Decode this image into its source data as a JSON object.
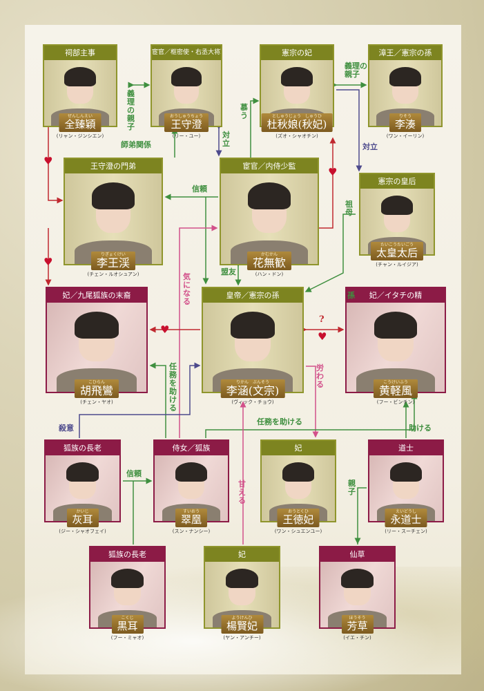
{
  "characters": [
    {
      "id": "zen",
      "role": "祠部主事",
      "name": "全臻穎",
      "ruby": "ぜんしんえい",
      "actor": "(リャン・ジンシエン)",
      "color": "olive"
    },
    {
      "id": "ou",
      "role": "宦官／枢密使・右丞大将軍",
      "name": "王守澄",
      "ruby": "おうしゅうちょう",
      "actor": "(リー・ユー)",
      "color": "olive"
    },
    {
      "id": "to",
      "role": "憲宗の妃",
      "name": "杜秋娘(秋妃)",
      "ruby": "としゅうじょう　しゅうひ",
      "actor": "(ズオ・シャオチン)",
      "color": "olive"
    },
    {
      "id": "riso",
      "role": "漳王／憲宗の孫",
      "name": "李湊",
      "ruby": "りそう",
      "actor": "(ワン・イーリン)",
      "color": "olive"
    },
    {
      "id": "rigyoku",
      "role": "王守澄の門弟",
      "name": "李王渓",
      "ruby": "りぎょくけい",
      "actor": "(チェン・ルオシュアン)",
      "color": "olive"
    },
    {
      "id": "ka",
      "role": "宦官／内侍少監",
      "name": "花無歓",
      "ruby": "かむかん",
      "actor": "(ハン・ドン)",
      "color": "olive"
    },
    {
      "id": "tai",
      "role": "憲宗の皇后",
      "name": "太皇太后",
      "ruby": "たいこうたいごう",
      "actor": "(チャン・ルイジア)",
      "color": "olive"
    },
    {
      "id": "ko",
      "role": "妃／九尾狐族の末裔",
      "name": "胡飛鸞",
      "ruby": "こひらん",
      "actor": "(チェン・ヤオ)",
      "color": "maroon"
    },
    {
      "id": "rikan",
      "role": "皇帝／憲宗の孫",
      "name": "李涵(文宗)",
      "ruby": "りかん　ぶんそう",
      "actor": "(ヴィック・チョウ)",
      "color": "olive"
    },
    {
      "id": "kou",
      "role": "妃／イタチの精",
      "name": "黄軽風",
      "ruby": "こうけいふう",
      "actor": "(フー・ビンチン)",
      "color": "maroon"
    },
    {
      "id": "kaiji",
      "role": "狐族の長老",
      "name": "灰耳",
      "ruby": "かいじ",
      "actor": "(ジー・シャオフェイ)",
      "color": "maroon"
    },
    {
      "id": "sui",
      "role": "侍女／狐族",
      "name": "翠凰",
      "ruby": "すいおう",
      "actor": "(スン・ナンシー)",
      "color": "maroon"
    },
    {
      "id": "outoku",
      "role": "妃",
      "name": "王徳妃",
      "ruby": "おうとくひ",
      "actor": "(ワン・シュエンユー)",
      "color": "olive"
    },
    {
      "id": "ei",
      "role": "道士",
      "name": "永道士",
      "ruby": "えいどうし",
      "actor": "(リー・スーチェン)",
      "color": "maroon"
    },
    {
      "id": "koku",
      "role": "狐族の長老",
      "name": "黒耳",
      "ruby": "こくじ",
      "actor": "(フー・ミャオ)",
      "color": "maroon"
    },
    {
      "id": "you",
      "role": "妃",
      "name": "楊賢妃",
      "ruby": "ようけんひ",
      "actor": "(ヤン・アンチー)",
      "color": "olive"
    },
    {
      "id": "hou",
      "role": "仙草",
      "name": "芳草",
      "ruby": "ほうそう",
      "actor": "(イエ・チン)",
      "color": "maroon"
    }
  ],
  "relations": [
    {
      "label": "義理の親子",
      "color": "green"
    },
    {
      "label": "師弟関係",
      "color": "green"
    },
    {
      "label": "対立",
      "color": "green"
    },
    {
      "label": "慕う",
      "color": "green"
    },
    {
      "label": "義理の親子",
      "color": "green"
    },
    {
      "label": "対立",
      "color": "purple"
    },
    {
      "label": "信頼",
      "color": "green"
    },
    {
      "label": "祖母",
      "color": "green"
    },
    {
      "label": "盟友",
      "color": "green"
    },
    {
      "label": "孫",
      "color": "green"
    },
    {
      "label": "気になる",
      "color": "pink"
    },
    {
      "label": "任務を助ける",
      "color": "green"
    },
    {
      "label": "殺意",
      "color": "purple"
    },
    {
      "label": "労わる",
      "color": "pink"
    },
    {
      "label": "?",
      "color": "red"
    },
    {
      "label": "任務を助ける",
      "color": "green"
    },
    {
      "label": "助ける",
      "color": "green"
    },
    {
      "label": "信頼",
      "color": "green"
    },
    {
      "label": "甘える",
      "color": "pink"
    },
    {
      "label": "親子",
      "color": "green"
    }
  ],
  "colors": {
    "olive": "#7d8420",
    "maroon": "#8c1b46",
    "green": "#3f8f3f",
    "pink": "#d2508a",
    "purple": "#4d4a8c",
    "red": "#c0282f"
  }
}
